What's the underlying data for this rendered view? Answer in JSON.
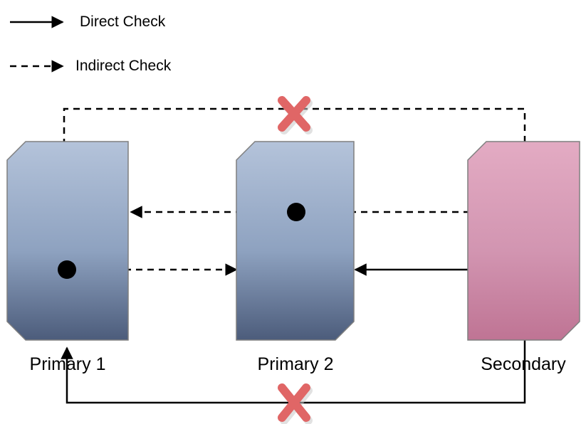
{
  "legend": {
    "items": [
      {
        "key": "direct",
        "label": "Direct Check",
        "style": "solid"
      },
      {
        "key": "indirect",
        "label": "Indirect Check",
        "style": "dashed"
      }
    ]
  },
  "nodes": [
    {
      "key": "primary1",
      "label": "Primary 1",
      "color": "#8da5c8"
    },
    {
      "key": "primary2",
      "label": "Primary 2",
      "color": "#8da5c8"
    },
    {
      "key": "secondary",
      "label": "Secondary",
      "color": "#cc8fae"
    }
  ],
  "markers": {
    "blocked_top": "X",
    "blocked_bottom": "X",
    "blocked_color": "#e06666"
  },
  "colors": {
    "line": "#000000",
    "node_fill_top": "#aebdd6",
    "node_fill_bottom": "#4a5a78",
    "secondary_fill_top": "#dfa7c0",
    "secondary_fill_bottom": "#c07898",
    "node_stroke": "#7f7f7f"
  }
}
